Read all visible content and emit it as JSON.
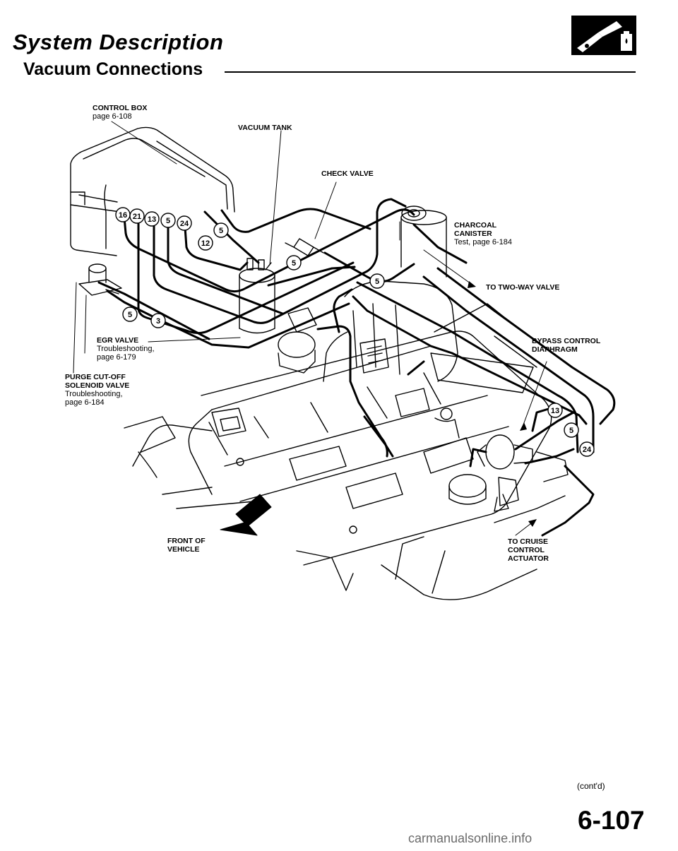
{
  "header": {
    "title": "System Description",
    "subtitle": "Vacuum Connections"
  },
  "labels": {
    "control_box": {
      "name": "CONTROL BOX",
      "ref": "page 6-108"
    },
    "vacuum_tank": {
      "name": "VACUUM TANK"
    },
    "check_valve": {
      "name": "CHECK VALVE"
    },
    "charcoal_canister": {
      "name_line1": "CHARCOAL",
      "name_line2": "CANISTER",
      "ref": "Test, page 6-184"
    },
    "two_way_valve": {
      "name": "TO TWO-WAY VALVE"
    },
    "egr_valve": {
      "name": "EGR VALVE",
      "ref_line1": "Troubleshooting,",
      "ref_line2": "page 6-179"
    },
    "bypass_control": {
      "name_line1": "BYPASS CONTROL",
      "name_line2": "DIAPHRAGM"
    },
    "purge_cutoff": {
      "name_line1": "PURGE CUT-OFF",
      "name_line2": "SOLENOID VALVE",
      "ref_line1": "Troubleshooting,",
      "ref_line2": "page 6-184"
    },
    "front_vehicle": {
      "name_line1": "FRONT OF",
      "name_line2": "VEHICLE"
    },
    "cruise_actuator": {
      "name_line1": "TO CRUISE",
      "name_line2": "CONTROL",
      "name_line3": "ACTUATOR"
    }
  },
  "hose_numbers": {
    "box_16": "16",
    "box_21": "21",
    "box_13": "13",
    "box_5a": "5",
    "box_24": "24",
    "mid_5": "5",
    "mid_12": "12",
    "center_5": "5",
    "throttle_5": "5",
    "left_5": "5",
    "left_3": "3",
    "right_13": "13",
    "right_5": "5",
    "right_24": "24"
  },
  "footer": {
    "contd": "(cont'd)",
    "page_number": "6-107",
    "watermark": "carmanualsonline.info"
  }
}
